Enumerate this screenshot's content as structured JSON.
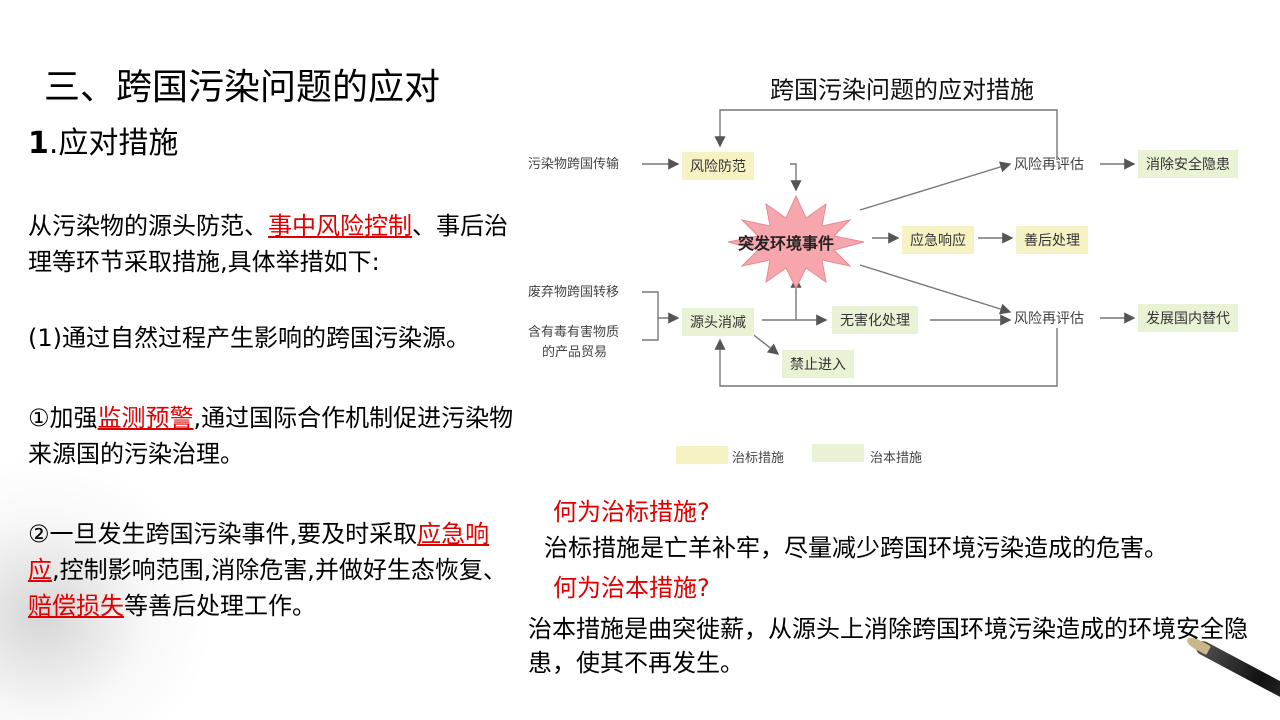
{
  "slide": {
    "title": "三、跨国污染问题的应对",
    "subtitle_num": "1",
    "subtitle_text": ".应对措施"
  },
  "left": {
    "p1": {
      "a": "从污染物的源头防范、",
      "hl": "事中风险控制",
      "b": "、事后治理等环节采取措施,具体举措如下:"
    },
    "p2": {
      "text": "(1)通过自然过程产生影响的跨国污染源。"
    },
    "p3": {
      "a": "①加强",
      "hl": "监测预警",
      "b": ",通过国际合作机制促进污染物来源国的污染治理。"
    },
    "p4": {
      "a": "②一旦发生跨国污染事件,要及时采取",
      "hl1": "应急响应",
      "b": ",控制影响范围,消除危害,并做好生态恢复、",
      "hl2": "赔偿损失",
      "c": "等善后处理工作。"
    }
  },
  "diagram": {
    "title": "跨国污染问题的应对措施",
    "sources": {
      "s1": "污染物跨国传输",
      "s2": "废弃物跨国转移",
      "s3a": "含有毒有害物质",
      "s3b": "的产品贸易"
    },
    "nodes": {
      "fengxian_fangfan": "风险防范",
      "tufa": "突发环境事件",
      "yingji": "应急响应",
      "shanhou": "善后处理",
      "pinggu1": "风险再评估",
      "xiaochu": "消除安全隐患",
      "yuantou": "源头消减",
      "wuhai": "无害化处理",
      "jinzhi": "禁止进入",
      "pinggu2": "风险再评估",
      "fazhan": "发展国内替代"
    },
    "legend": {
      "zhibiao": "治标措施",
      "zhiben": "治本措施"
    },
    "colors": {
      "zhibiao": "#f6f2c4",
      "zhiben": "#e8f2d4",
      "star": "#f7a6ad"
    }
  },
  "qa": {
    "q1": "何为治标措施?",
    "a1": "治标措施是亡羊补牢，尽量减少跨国环境污染造成的危害。",
    "q2": "何为治本措施?",
    "a2": "治本措施是曲突徙薪，从源头上消除跨国环境污染造成的环境安全隐患，使其不再发生。"
  }
}
